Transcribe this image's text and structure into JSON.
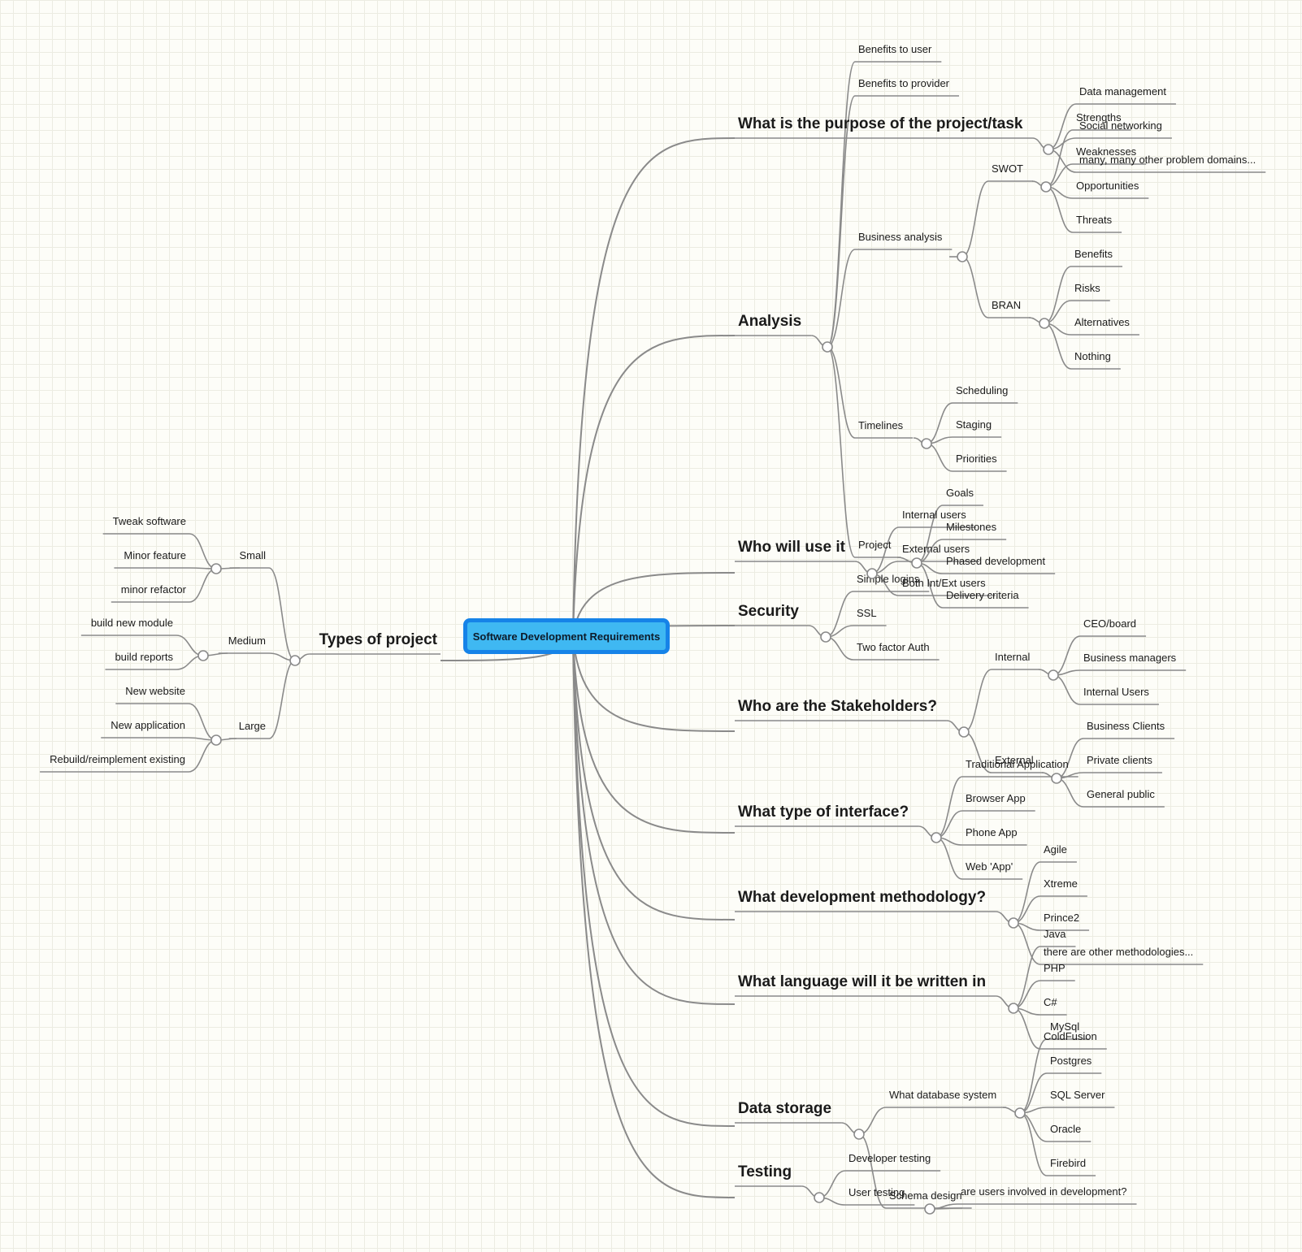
{
  "root": "Software Development Requirements",
  "colors": {
    "root_fill": "#3fb8f2",
    "root_border": "#1683e8",
    "connector": "#8a8a8a",
    "background": "#fdfdf8",
    "grid": "#ecece2"
  },
  "branches": {
    "purpose": {
      "label": "What is the purpose of the project/task",
      "items": [
        "Benefits to user",
        "Benefits to provider",
        "Data management",
        "Social networking",
        "many, many other problem domains..."
      ]
    },
    "analysis": {
      "label": "Analysis",
      "business_analysis": "Business analysis",
      "swot": {
        "label": "SWOT",
        "items": [
          "Strengths",
          "Weaknesses",
          "Opportunities",
          "Threats"
        ]
      },
      "bran": {
        "label": "BRAN",
        "items": [
          "Benefits",
          "Risks",
          "Alternatives",
          "Nothing"
        ]
      },
      "timelines": {
        "label": "Timelines",
        "items": [
          "Scheduling",
          "Staging",
          "Priorities"
        ]
      },
      "project": {
        "label": "Project",
        "items": [
          "Goals",
          "Milestones",
          "Phased development",
          "Delivery criteria"
        ]
      }
    },
    "users": {
      "label": "Who will use it",
      "items": [
        "Internal users",
        "External users",
        "Both Int/Ext users"
      ]
    },
    "security": {
      "label": "Security",
      "items": [
        "Simple logins",
        "SSL",
        "Two factor Auth"
      ]
    },
    "stakeholders": {
      "label": "Who are the Stakeholders?",
      "internal": {
        "label": "Internal",
        "items": [
          "CEO/board",
          "Business managers",
          "Internal Users"
        ]
      },
      "external": {
        "label": "External",
        "items": [
          "Business Clients",
          "Private clients",
          "General public"
        ]
      }
    },
    "interface": {
      "label": "What type of interface?",
      "items": [
        "Traditional Application",
        "Browser App",
        "Phone App",
        "Web 'App'"
      ]
    },
    "methodology": {
      "label": "What development methodology?",
      "items": [
        "Agile",
        "Xtreme",
        "Prince2",
        "there are other methodologies..."
      ]
    },
    "language": {
      "label": "What language will it be written in",
      "items": [
        "Java",
        "PHP",
        "C#",
        "ColdFusion"
      ]
    },
    "storage": {
      "label": "Data storage",
      "db_system": {
        "label": "What database system",
        "items": [
          "MySql",
          "Postgres",
          "SQL Server",
          "Oracle",
          "Firebird"
        ]
      },
      "schema": {
        "label": "Schema design",
        "items": [
          "are users involved in development?"
        ]
      }
    },
    "testing": {
      "label": "Testing",
      "items": [
        "Developer testing",
        "User testing"
      ]
    },
    "types": {
      "label": "Types of project",
      "small": {
        "label": "Small",
        "items": [
          "Tweak software",
          "Minor feature",
          "minor refactor"
        ]
      },
      "medium": {
        "label": "Medium",
        "items": [
          "build new module",
          "build reports"
        ]
      },
      "large": {
        "label": "Large",
        "items": [
          "New website",
          "New application",
          "Rebuild/reimplement existing"
        ]
      }
    }
  }
}
